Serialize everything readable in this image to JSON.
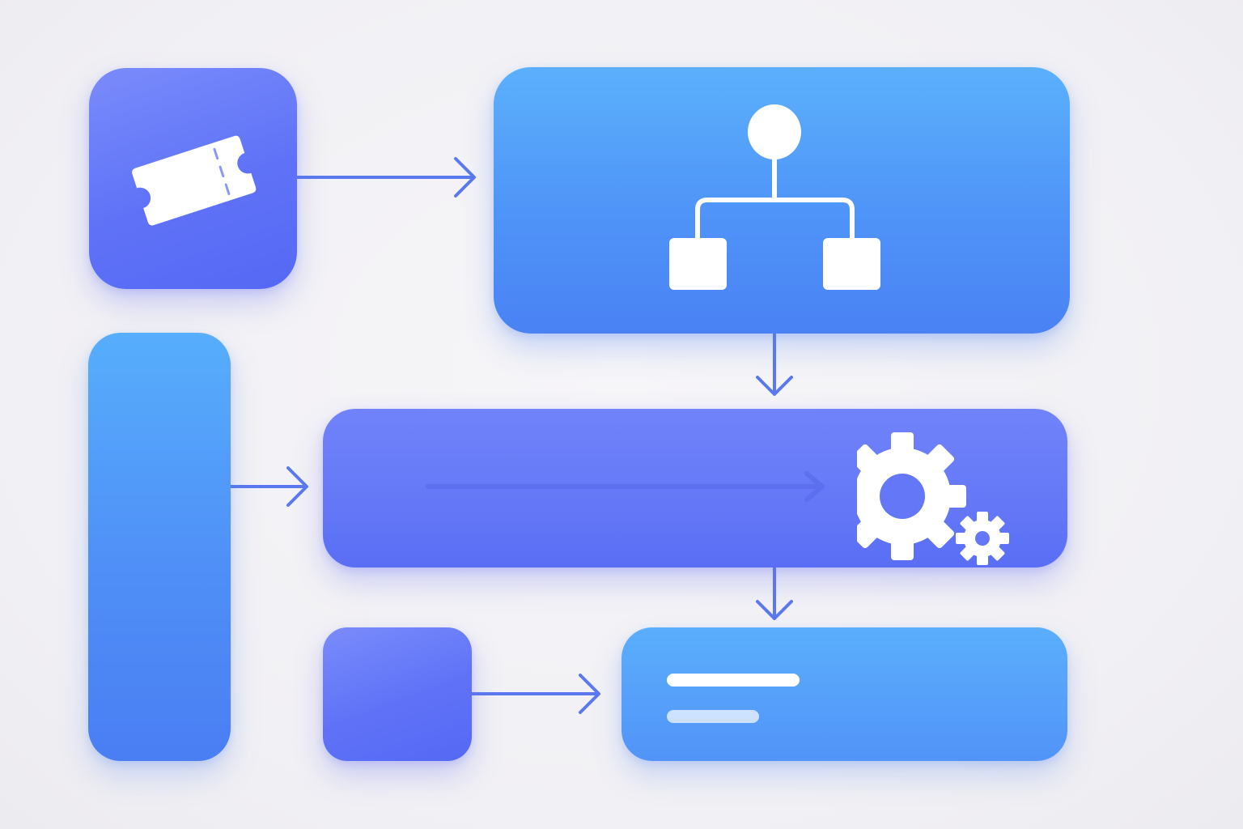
{
  "colors": {
    "background": "#f2f1f5",
    "indigo": "#6478f7",
    "sky": "#56a3fb",
    "arrow": "#5b79ef",
    "icon_fill": "#ffffff"
  },
  "nodes": [
    {
      "id": "ticket-box",
      "icon": "ticket-icon"
    },
    {
      "id": "hierarchy-box",
      "icon": "hierarchy-icon"
    },
    {
      "id": "source-column",
      "icon": ""
    },
    {
      "id": "process-bar",
      "icon": "gears-icon"
    },
    {
      "id": "small-input-box",
      "icon": ""
    },
    {
      "id": "output-box",
      "icon": "text-lines-icon"
    }
  ],
  "edges": [
    {
      "from": "ticket-box",
      "to": "hierarchy-box"
    },
    {
      "from": "hierarchy-box",
      "to": "process-bar"
    },
    {
      "from": "source-column",
      "to": "process-bar"
    },
    {
      "from": "process-bar",
      "to": "output-box"
    },
    {
      "from": "small-input-box",
      "to": "output-box"
    }
  ]
}
